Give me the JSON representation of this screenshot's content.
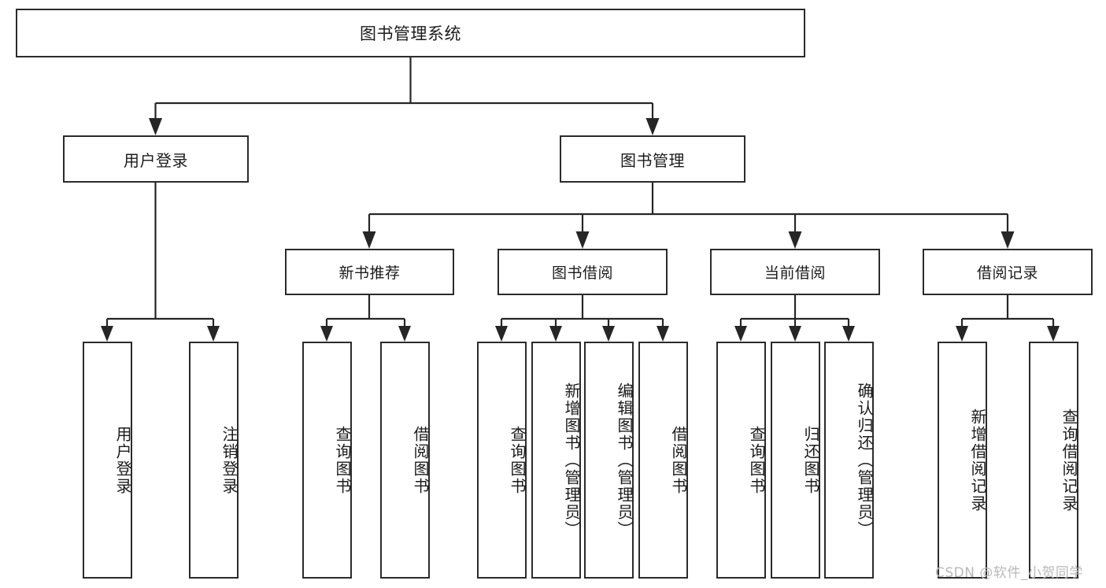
{
  "diagram": {
    "title": "图书管理系统",
    "type": "tree-hierarchy",
    "watermark": "CSDN @软件_小贺同学",
    "colors": {
      "box_border": "#2b2b2b",
      "box_fill": "#ffffff",
      "connector": "#262626",
      "text": "#1b1b1b",
      "watermark": "#b8b8b8",
      "background": "#ffffff"
    }
  },
  "nodes": {
    "root": {
      "label": "图书管理系统"
    },
    "level2": [
      {
        "label": "用户登录"
      },
      {
        "label": "图书管理"
      }
    ],
    "level3": [
      {
        "label": "新书推荐"
      },
      {
        "label": "图书借阅"
      },
      {
        "label": "当前借阅"
      },
      {
        "label": "借阅记录"
      }
    ],
    "leaves": {
      "user_login": [
        {
          "label": "用户登录"
        },
        {
          "label": "注销登录"
        }
      ],
      "new_book": [
        {
          "label": "查询图书"
        },
        {
          "label": "借阅图书"
        }
      ],
      "book_borrow": [
        {
          "label": "查询图书"
        },
        {
          "label": "新增图书（管理员）"
        },
        {
          "label": "编辑图书（管理员）"
        },
        {
          "label": "借阅图书"
        }
      ],
      "current_borrow": [
        {
          "label": "查询图书"
        },
        {
          "label": "归还图书"
        },
        {
          "label": "确认归还（管理员）"
        }
      ],
      "borrow_record": [
        {
          "label": "新增借阅记录"
        },
        {
          "label": "查询借阅记录"
        }
      ]
    }
  }
}
